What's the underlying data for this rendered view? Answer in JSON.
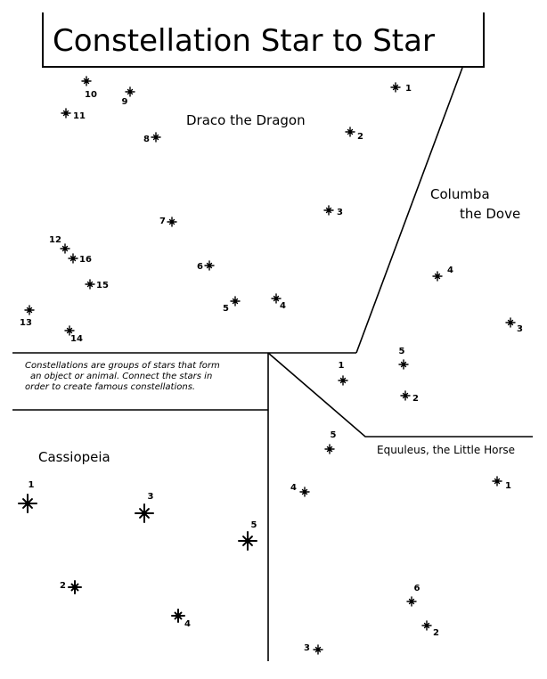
{
  "title": "Constellation Star to Star",
  "constellations": {
    "draco": {
      "name": "Draco the Dragon",
      "stars": [
        "1",
        "2",
        "3",
        "4",
        "5",
        "6",
        "7",
        "8",
        "9",
        "10",
        "11",
        "12",
        "13",
        "14",
        "15",
        "16"
      ]
    },
    "columba": {
      "name_line1": "Columba",
      "name_line2": "the Dove",
      "stars": [
        "1",
        "2",
        "3",
        "4",
        "5"
      ]
    },
    "equuleus": {
      "name": "Equuleus, the Little Horse",
      "stars": [
        "1",
        "2",
        "3",
        "4",
        "5",
        "6"
      ]
    },
    "cassiopeia": {
      "name": "Cassiopeia",
      "stars": [
        "1",
        "2",
        "3",
        "4",
        "5"
      ]
    }
  },
  "intro": {
    "line1": "Constellations are groups of stars that form",
    "line2": "an object or animal. Connect the stars in",
    "line3": "order to create famous constellations."
  }
}
